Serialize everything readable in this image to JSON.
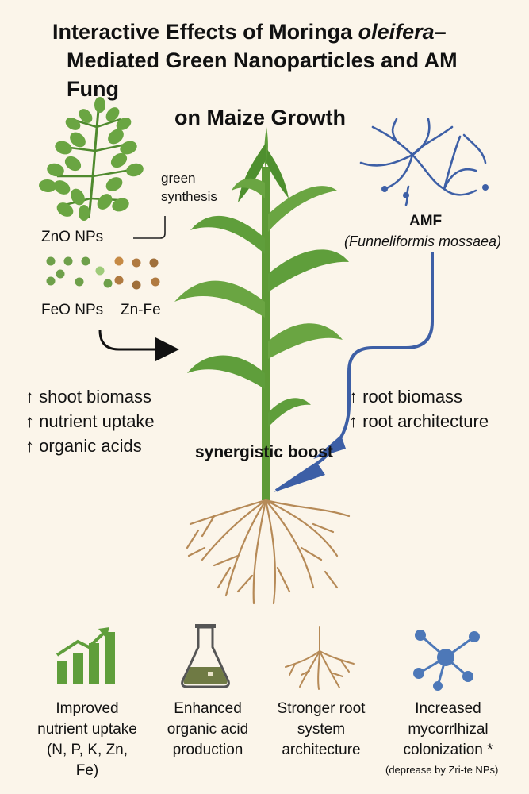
{
  "title": {
    "line1_pre": "Interactive Effects of Moringa ",
    "line1_italic": "oleifera",
    "line1_post": "–",
    "line2": "Mediated Green Nanoparticles and AM Fung",
    "line3": "on Maize Growth"
  },
  "labels": {
    "green_synthesis": [
      "green",
      "synthesis"
    ],
    "zno": "ZnO NPs",
    "feo": "FeO NPs",
    "znfe": "Zn-Fe",
    "amf": "AMF",
    "amf_species": "(Funneliformis mossaea)",
    "synergy": "synergistic boost"
  },
  "left_effects": [
    "↑ shoot biomass",
    "↑ nutrient uptake",
    "↑ organic acids"
  ],
  "right_effects": [
    "↑ root biomass",
    "↑ root architecture"
  ],
  "bottom": [
    {
      "icon": "bar-chart-icon",
      "lines": [
        "Improved",
        "nutrient uptake",
        "(N, P, K, Zn, Fe)"
      ]
    },
    {
      "icon": "flask-icon",
      "lines": [
        "Enhanced",
        "organic acid",
        "production"
      ]
    },
    {
      "icon": "root-icon",
      "lines": [
        "Stronger root",
        "system",
        "architecture"
      ]
    },
    {
      "icon": "molecule-icon",
      "lines": [
        "Increased",
        "mycorrlhizal",
        "colonization *"
      ]
    }
  ],
  "footnote": "(depreasе by Zri-te NPs)",
  "colors": {
    "background": "#fbf5ea",
    "leaf_green": "#5f9e3b",
    "dark_green": "#3d7a26",
    "amf_blue": "#3d5fa6",
    "root_brown": "#b68a57",
    "np_green": "#6ea04a",
    "np_brown": "#b07a40"
  }
}
